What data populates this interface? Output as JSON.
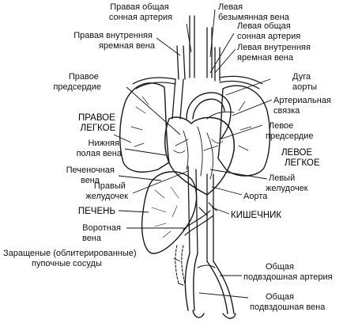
{
  "labels": {
    "right_common_carotid": [
      "Правая общая",
      "сонная артерия"
    ],
    "left_brachiocephalic_vein": [
      "Левая",
      "безымянная вена"
    ],
    "right_internal_jugular": [
      "Правая внутренняя",
      "яремная вена"
    ],
    "left_common_carotid": [
      "Левая общая",
      "сонная артерия"
    ],
    "left_internal_jugular": [
      "Левая внутренняя",
      "яремная вена"
    ],
    "right_atrium": [
      "Правое",
      "предсердие"
    ],
    "aortic_arch": [
      "Дуга",
      "аорты"
    ],
    "arterial_ligament": [
      "Артериальная",
      "связка"
    ],
    "right_lung": [
      "ПРАВОЕ",
      "ЛЕГКОЕ"
    ],
    "inferior_vena_cava": [
      "Нижняя",
      "полая вена"
    ],
    "left_atrium": [
      "Левое",
      "предсердие"
    ],
    "left_lung": [
      "ЛЕВОЕ",
      "ЛЕГКОЕ"
    ],
    "hepatic_vein": [
      "Печеночная",
      "вена"
    ],
    "left_ventricle": [
      "Левый",
      "желудочек"
    ],
    "right_ventricle": [
      "Правый",
      "желудочек"
    ],
    "aorta": [
      "Аорта"
    ],
    "liver": [
      "ПЕЧЕНЬ"
    ],
    "intestine": [
      "КИШЕЧНИК"
    ],
    "portal_vein": [
      "Воротная",
      "вена"
    ],
    "umbilical_vessels": [
      "Заращеные (облитерированные)",
      "пупочные сосуды"
    ],
    "common_iliac_artery": [
      "Общая",
      "подвздошная артерия"
    ],
    "common_iliac_vein": [
      "Общая",
      "подвздошная вена"
    ]
  }
}
